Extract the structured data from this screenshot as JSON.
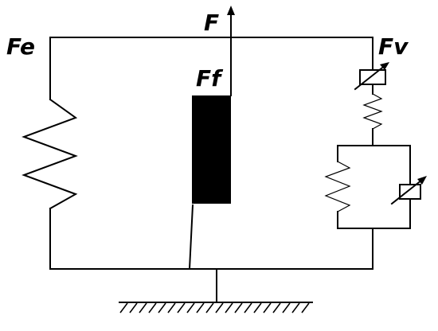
{
  "labels": {
    "fe": "Fe",
    "f": "F",
    "ff": "Ff",
    "fv": "Fv"
  },
  "colors": {
    "stroke": "#000000",
    "fill_block": "#000000",
    "background": "#ffffff"
  }
}
